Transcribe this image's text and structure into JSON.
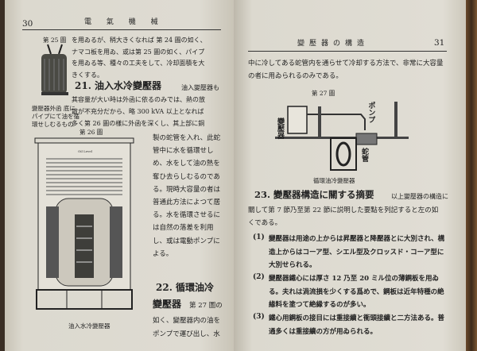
{
  "left_page": {
    "page_number": "30",
    "running_head": "電 氣 機 械",
    "fig25": {
      "label": "第 25 圖",
      "caption": [
        "變壓器外函 底に",
        "パイプにて油を循",
        "環せしむるもの"
      ]
    },
    "intro_lines": [
      "を用ゐるが、稍大きくなれば 第 24 圖の如く、",
      "ナマコ板を用ゐ、或は第 25 圖の如く、パイプ",
      "を用ゐる等、種々の工夫をして、冷却面積を大",
      "きくする。"
    ],
    "section21": {
      "title": "21.  油入水冷變壓器",
      "lines": [
        "油入變壓器も",
        "其容量が大い時は外函に依るのみでは、熱の放",
        "散が不充分だから、略 300 kVA 以上となれば",
        "多く第 26 圖の樣に外函を深くし、其上部に銅"
      ]
    },
    "fig26": {
      "label": "第 26 圖",
      "caption": "油入水冷變壓器",
      "oil_level": "Oil Level"
    },
    "column_lines": [
      "製の蛇管を入れ、此蛇",
      "管中に水を循環せし",
      "め、水をして油の熱を",
      "奪ひ去らしむるのであ",
      "る。現時大容量の者は",
      "普通此方法によつて居",
      "る。水を循環させるに",
      "は自然の落差を利用",
      "し、或は電動ポンプに",
      "よる。"
    ],
    "section22": {
      "title_a": "22.  循環油冷",
      "title_b": "變壓器",
      "lines": [
        "第 27 圖の",
        "如く、變壓器内の油を",
        "ポンプで運び出し、水"
      ]
    }
  },
  "right_page": {
    "page_number": "31",
    "running_head": "變壓器の構造",
    "top_lines": [
      "中に冷してある蛇管内を通らせて冷却する方法で、非常に大容量",
      "の者に用ゐられるのみである。"
    ],
    "fig27": {
      "label": "第 27 圖",
      "caption": "循環油冷變壓器",
      "transformer_label": "變壓器",
      "pump_label": "ポンプ",
      "coil_label": "蛇管"
    },
    "section23": {
      "title": "23.  變壓器構造に關する摘要",
      "lines": [
        "以上變壓器の構造に",
        "關して第 7 節乃至第 22 節に説明した要點を列記すると左の如",
        "くである。"
      ],
      "items": [
        {
          "num": "(1)",
          "lines": [
            "變壓器は用途の上からは昇壓器と降壓器とに大別され、構",
            "造上からはコーア型、シエル型及クロッスド・コーア型に",
            "大別せられる。"
          ]
        },
        {
          "num": "(2)",
          "lines": [
            "變壓器鐵心には厚さ 12 乃至 20 ミル位の薄鋼板を用ゐ",
            "る。夫れは渦流損を少くする爲めで、鋼板は近年特種の絶",
            "緣料を塗つて絶縁するのが多い。"
          ]
        },
        {
          "num": "(3)",
          "lines": [
            "鐵心用鋼板の接目には重接續と衝頭接續と二方法ある。普",
            "通多くは重接續の方が用ゐられる。"
          ]
        }
      ]
    }
  }
}
